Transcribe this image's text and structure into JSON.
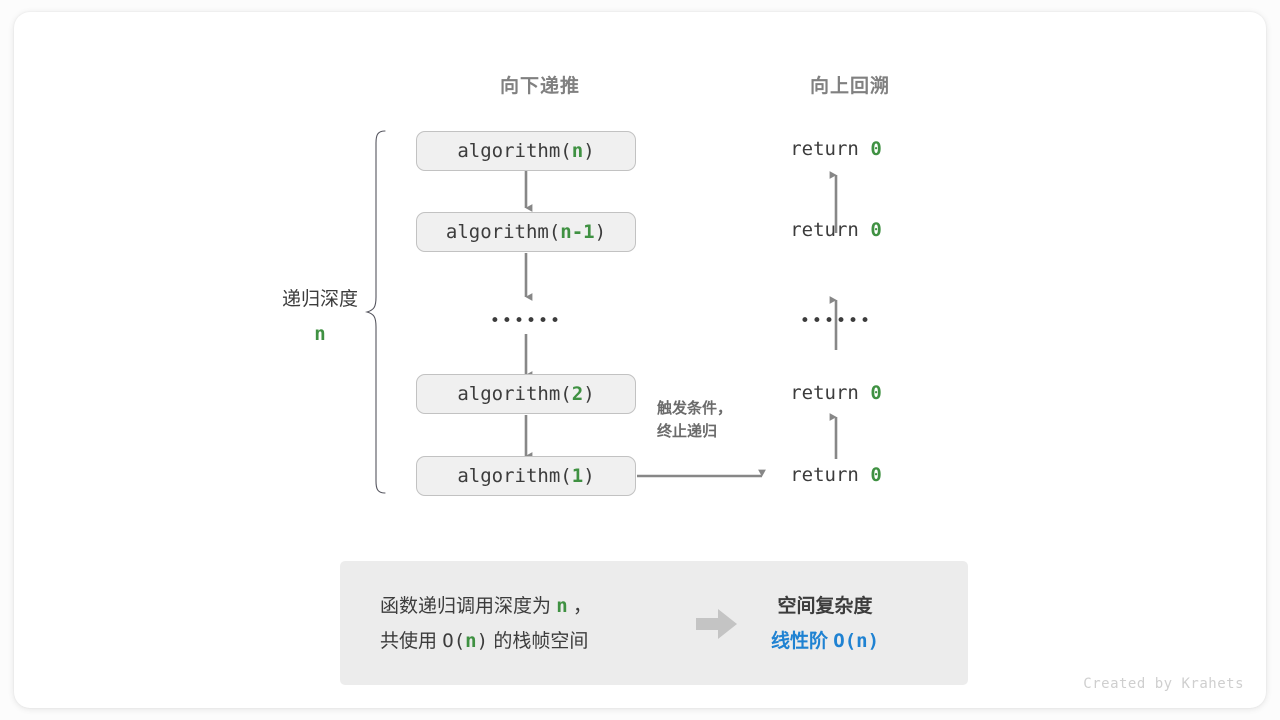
{
  "headings": {
    "left": "向下递推",
    "right": "向上回溯"
  },
  "depth": {
    "label": "递归深度",
    "value": "n"
  },
  "calls": [
    {
      "name": "algorithm(",
      "arg": "n",
      "close": ")"
    },
    {
      "name": "algorithm(",
      "arg": "n-1",
      "close": ")"
    },
    {
      "name": "algorithm(",
      "arg": "2",
      "close": ")"
    },
    {
      "name": "algorithm(",
      "arg": "1",
      "close": ")"
    }
  ],
  "ellipsis": "••••••",
  "returns": [
    {
      "keyword": "return",
      "value": "0"
    },
    {
      "keyword": "return",
      "value": "0"
    },
    {
      "keyword": "return",
      "value": "0"
    },
    {
      "keyword": "return",
      "value": "0"
    }
  ],
  "note": {
    "line1": "触发条件，",
    "line2": "终止递归"
  },
  "summary": {
    "left_line1_a": "函数递归调用深度为 ",
    "left_line1_n": "n",
    "left_line1_b": " ，",
    "left_line2_a": "共使用 ",
    "left_line2_o": "O(",
    "left_line2_n": "n",
    "left_line2_c": ")",
    "left_line2_b": " 的栈帧空间",
    "arrow_icon": "block-arrow-right-icon",
    "right_title": "空间复杂度",
    "right_value_text": "线性阶 ",
    "right_value_mono": "O(n)"
  },
  "credit": "Created by Krahets",
  "colors": {
    "green": "#3f9142",
    "blue": "#1f82d2",
    "gray_text": "#3c3c3c",
    "heading_gray": "#808080",
    "box_fill": "#f0f0f0",
    "box_border": "#c2c2c2",
    "panel_fill": "#ececec",
    "arrow_gray": "#878787",
    "credit_gray": "#cfcfcf"
  }
}
